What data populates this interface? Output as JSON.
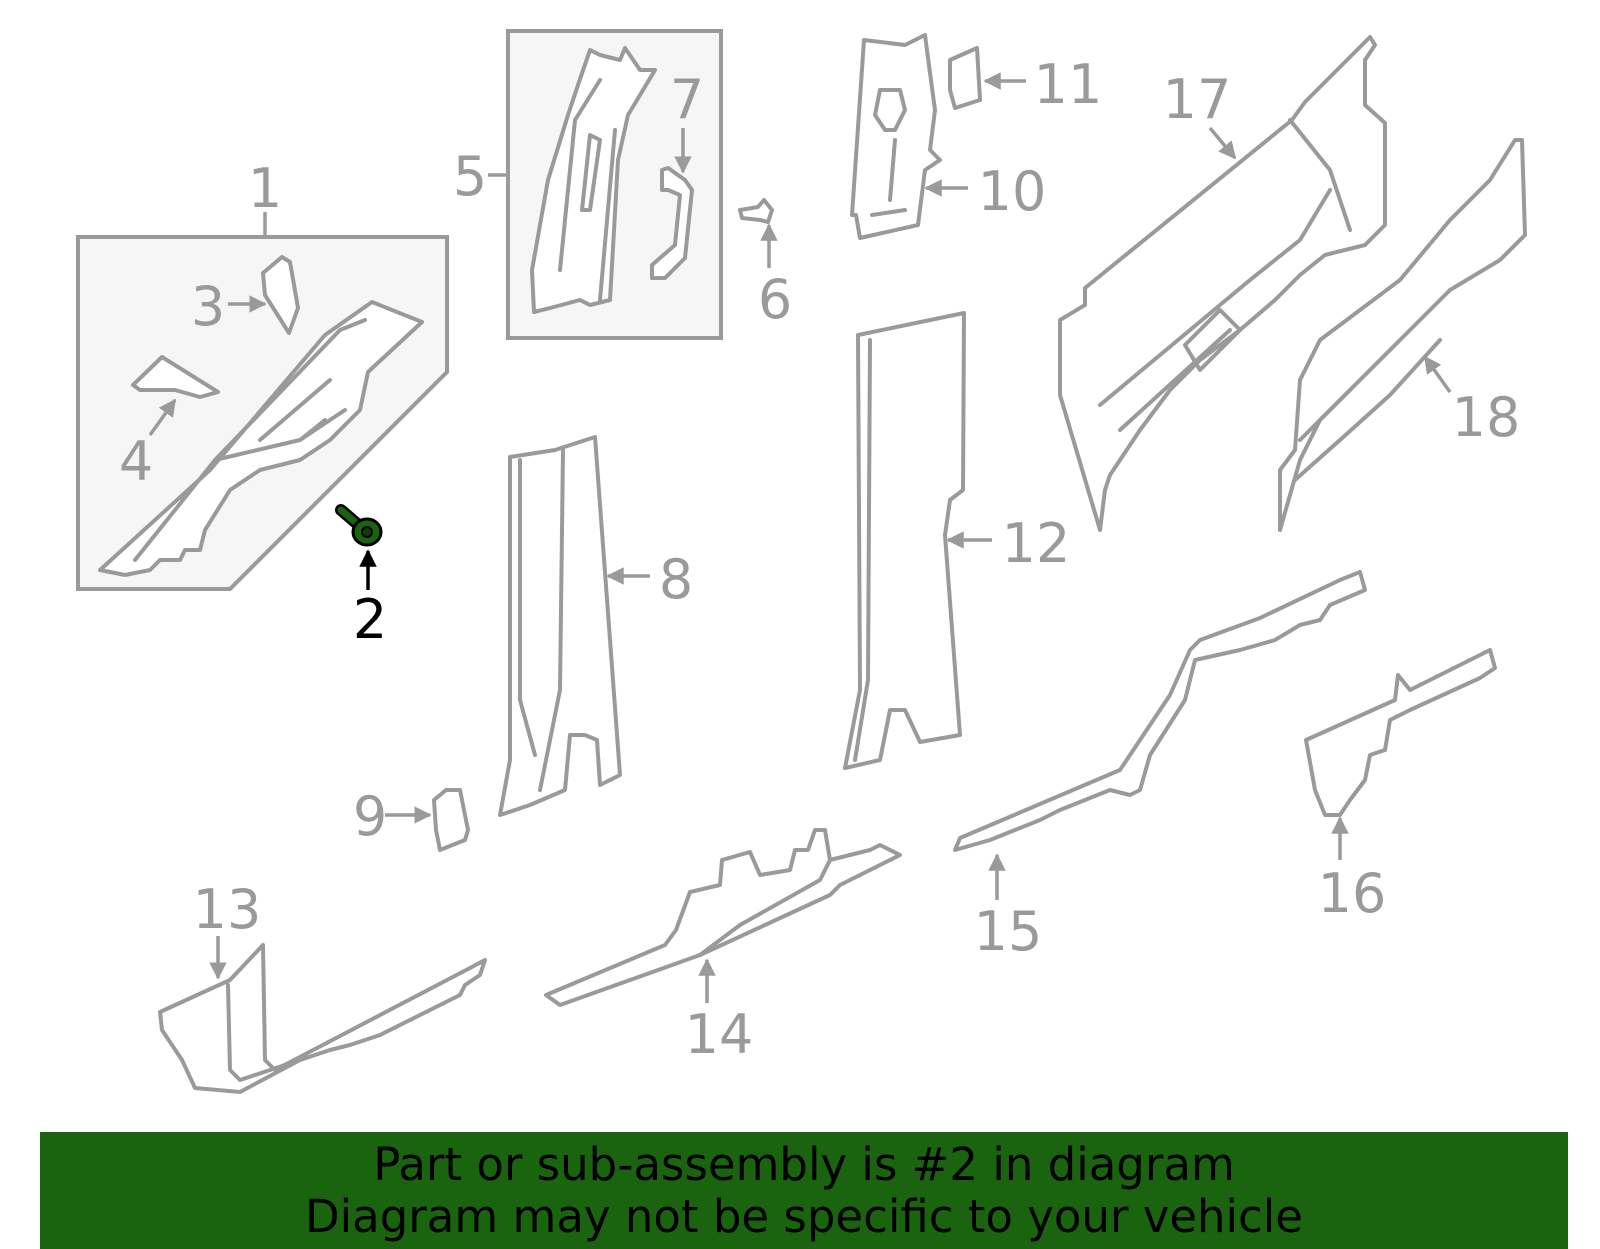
{
  "diagram": {
    "highlighted_part": "2",
    "highlight_color": "#1a6410",
    "line_color": "#9a9a9a",
    "callouts": [
      "1",
      "2",
      "3",
      "4",
      "5",
      "6",
      "7",
      "8",
      "9",
      "10",
      "11",
      "12",
      "13",
      "14",
      "15",
      "16",
      "17",
      "18"
    ]
  },
  "banner": {
    "line1": "Part or sub-assembly is #2 in diagram",
    "line2": "Diagram may not be specific to your vehicle",
    "background": "#1a6410"
  }
}
